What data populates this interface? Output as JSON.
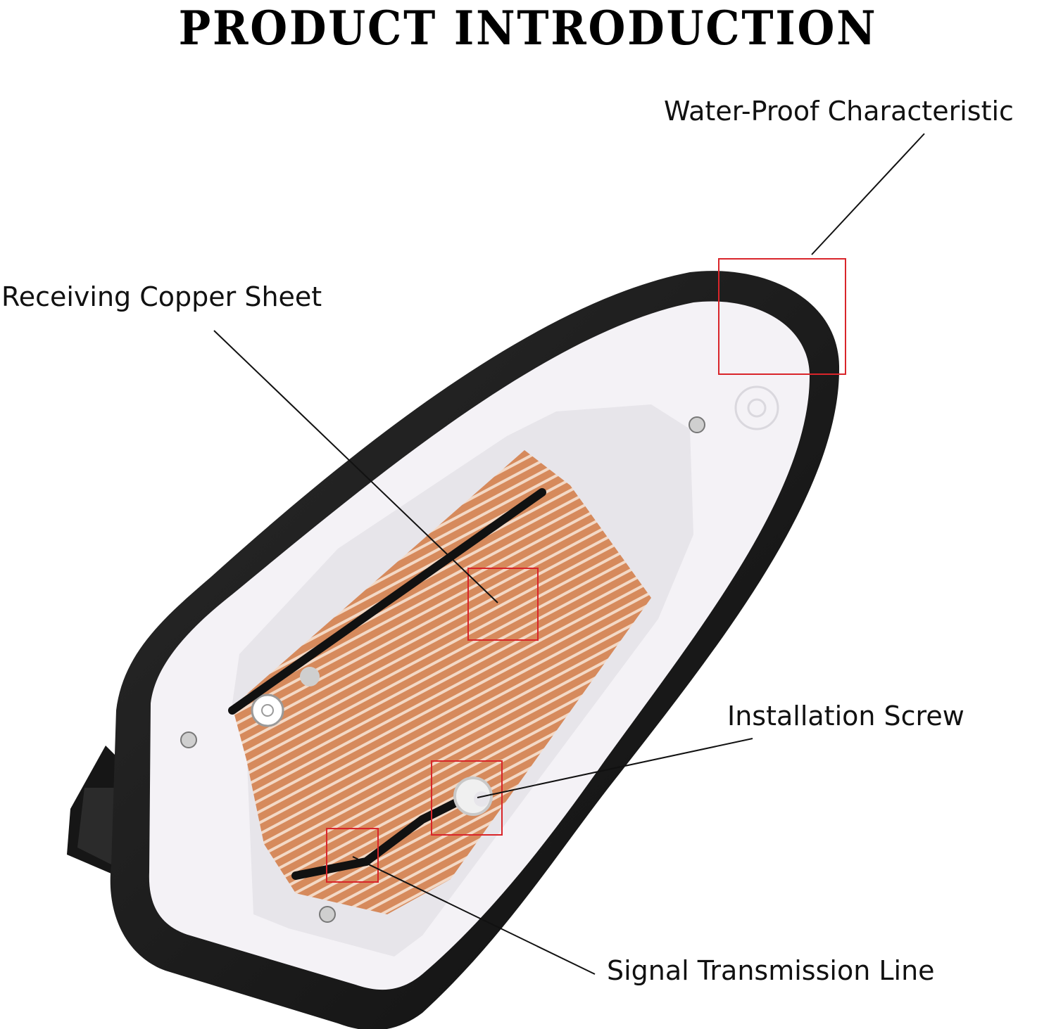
{
  "title": "PRODUCT INTRODUCTION",
  "callouts": {
    "waterproof": "Water-Proof Characteristic",
    "copper": "Receiving Copper Sheet",
    "screw": "Installation Screw",
    "signal": "Signal Transmission Line"
  },
  "colors": {
    "shell": "#1a1a1a",
    "plate": "#f6f4f8",
    "copper": "#c9774a",
    "highlight": "#d9252a"
  }
}
